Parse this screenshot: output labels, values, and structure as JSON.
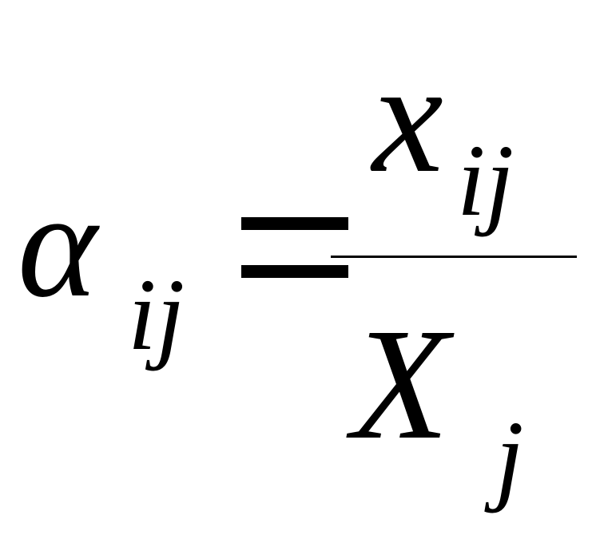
{
  "formula": {
    "lhs": {
      "symbol": "α",
      "subscript": "ij"
    },
    "operator": "=",
    "numerator": {
      "symbol": "x",
      "subscript": "ij"
    },
    "denominator": {
      "symbol": "X",
      "subscript": "j"
    }
  }
}
